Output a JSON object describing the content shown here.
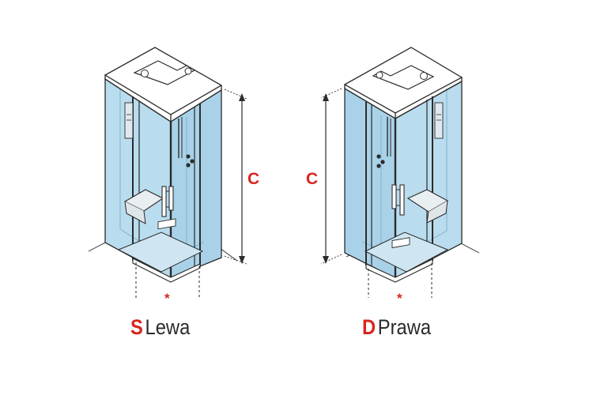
{
  "dimension_label": "C",
  "marker_symbol": "*",
  "variants": [
    {
      "letter": "S",
      "word": "Lewa"
    },
    {
      "letter": "D",
      "word": "Prawa"
    }
  ],
  "colors": {
    "accent": "#d7261e",
    "glass": "#b9dcee",
    "outline": "#2b2b2b"
  }
}
